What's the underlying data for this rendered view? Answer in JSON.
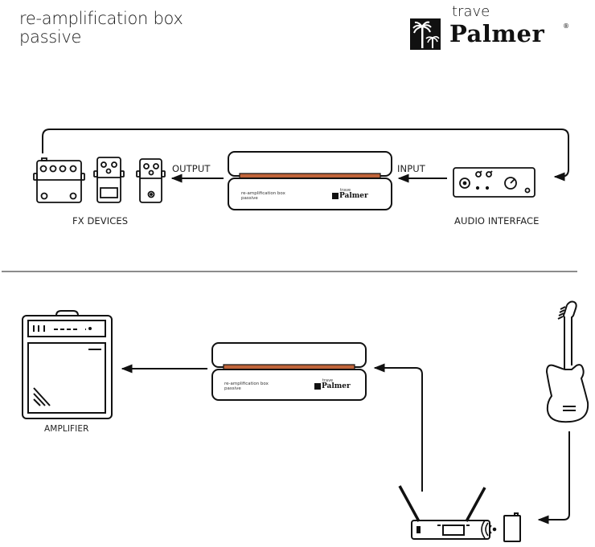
{
  "header": {
    "title_line1": "re-amplification box",
    "title_line2": "passive"
  },
  "brand": {
    "prefix": "trave",
    "name": "Palmer",
    "registered": "®",
    "logo_icon": "palm-tree-icon"
  },
  "top_diagram": {
    "output_label": "OUTPUT",
    "input_label": "INPUT",
    "fx_devices_label": "FX DEVICES",
    "audio_interface_label": "AUDIO INTERFACE",
    "device": {
      "text_line1": "re-amplification box",
      "text_line2": "passive",
      "brand_prefix": "trave",
      "brand_name": "Palmer"
    }
  },
  "bottom_diagram": {
    "amplifier_label": "AMPLIFIER",
    "device": {
      "text_line1": "re-amplification box",
      "text_line2": "passive",
      "brand_prefix": "trave",
      "brand_name": "Palmer"
    },
    "icons": [
      "amplifier-icon",
      "guitar-icon",
      "wireless-receiver-icon",
      "wireless-transmitter-icon",
      "wireless-signal-icon"
    ]
  },
  "colors": {
    "accent_strip": "#c0643a",
    "line": "#111111",
    "divider": "#666666"
  }
}
